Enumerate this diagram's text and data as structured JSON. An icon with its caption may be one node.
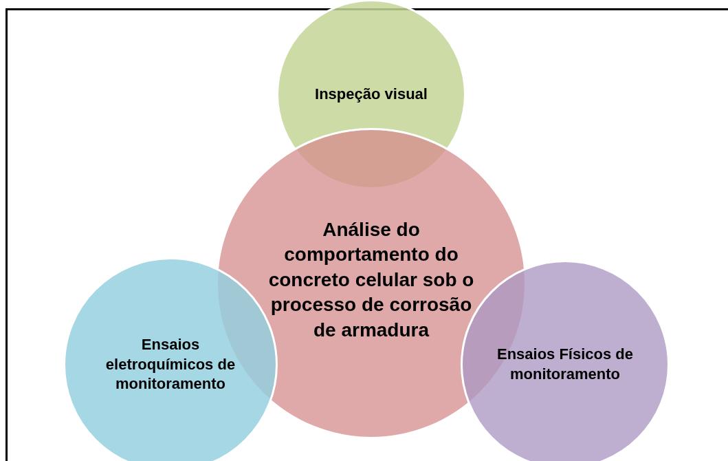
{
  "diagram": {
    "nodes": [
      {
        "text": [
          "Inspeção visual"
        ]
      },
      {
        "text": [
          "Análise do comportamento do concreto celular sob o processo de corrosão de armadura"
        ]
      },
      {
        "text": [
          "Ensaios eletroquímicos de monitoramento"
        ]
      },
      {
        "text": [
          "Ensaios Físicos de monitoramento"
        ]
      }
    ]
  }
}
